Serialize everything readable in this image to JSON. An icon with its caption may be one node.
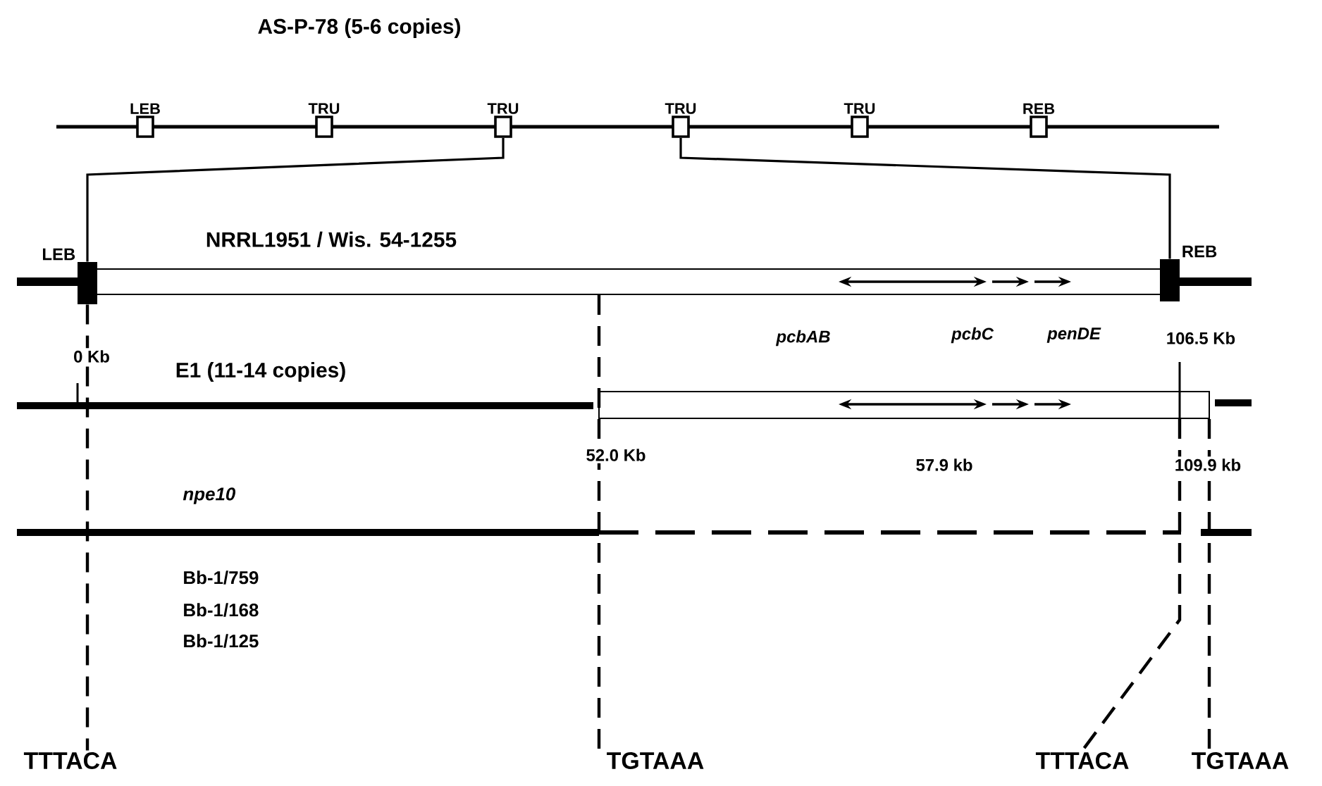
{
  "diagram": {
    "nodes": [
      {
        "text": [
          "LEB"
        ]
      },
      {
        "text": [
          "TRU"
        ]
      },
      {
        "text": [
          "TRU"
        ]
      },
      {
        "text": [
          "TRU"
        ]
      },
      {
        "text": [
          "TRU"
        ]
      },
      {
        "text": [
          "REB"
        ]
      },
      {
        "text": [
          "LEB"
        ]
      },
      {
        "text": [
          "REB"
        ]
      },
      {
        "text": [
          "TTTACA"
        ]
      },
      {
        "text": [
          "TGTAAA"
        ]
      },
      {
        "text": [
          "TTTACA"
        ]
      },
      {
        "text": [
          "TGTAAA"
        ]
      },
      {
        "text": [],
        "shape": "box"
      },
      {
        "text": [],
        "shape": "box"
      }
    ],
    "edges": [
      {
        "from": 2,
        "to": 6,
        "arrow": "none"
      },
      {
        "from": 3,
        "to": 7,
        "arrow": "none"
      },
      {
        "from": 6,
        "to": 8,
        "arrow": "none",
        "style": "dashed"
      },
      {
        "from": 12,
        "to": 9,
        "arrow": "none",
        "style": "dashed"
      },
      {
        "from": 13,
        "to": 10,
        "arrow": "none",
        "style": "dashed"
      },
      {
        "from": 13,
        "to": 11,
        "arrow": "none",
        "style": "dashed"
      }
    ],
    "labels": [
      "AS-P-78 (5-6 copies)",
      "NRRL1951 / Wis. 54-1255",
      "pcbAB",
      "pcbC",
      "penDE",
      "106.5 Kb",
      "0 Kb",
      "E1 (11-14 copies)",
      "52.0 Kb",
      "57.9 kb",
      "109.9 kb",
      "npe10",
      "Bb-1/759",
      "Bb-1/168",
      "Bb-1/125"
    ]
  }
}
